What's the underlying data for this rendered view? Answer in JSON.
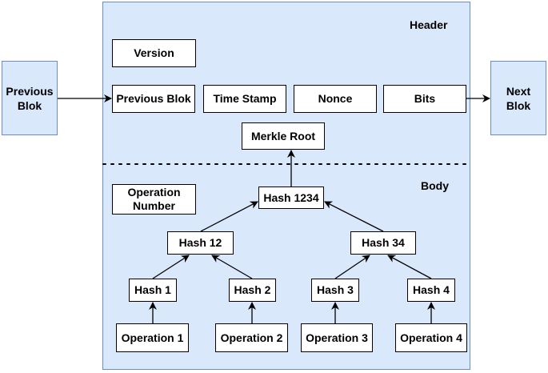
{
  "header": {
    "label": "Header"
  },
  "body": {
    "label": "Body"
  },
  "previous": {
    "label": "Previous\nBlok"
  },
  "next": {
    "label": "Next\nBlok"
  },
  "header_fields": {
    "version": "Version",
    "previous_blok": "Previous Blok",
    "time_stamp": "Time Stamp",
    "nonce": "Nonce",
    "bits": "Bits",
    "merkle_root": "Merkle Root"
  },
  "body_fields": {
    "operation_number": "Operation\nNumber",
    "hash_1234": "Hash 1234",
    "hash_12": "Hash 12",
    "hash_34": "Hash 34",
    "hash_1": "Hash 1",
    "hash_2": "Hash 2",
    "hash_3": "Hash 3",
    "hash_4": "Hash 4",
    "op_1": "Operation 1",
    "op_2": "Operation 2",
    "op_3": "Operation 3",
    "op_4": "Operation 4"
  },
  "colors": {
    "fill": "#dae8fc",
    "stroke": "#6c8ebf",
    "box": "#ffffff",
    "line": "#000000"
  }
}
